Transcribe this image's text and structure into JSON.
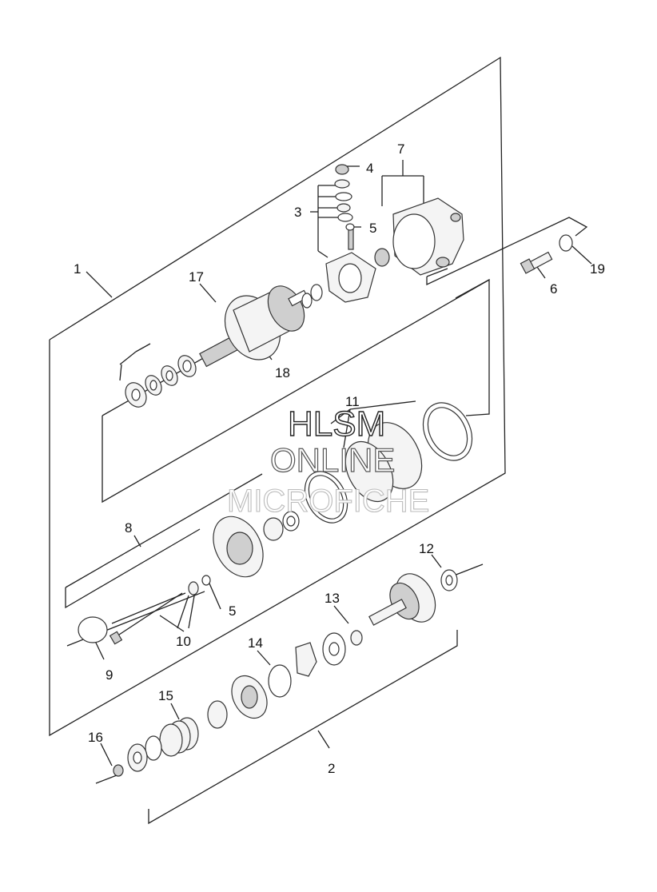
{
  "labels": {
    "l1": "1",
    "l2": "2",
    "l3": "3",
    "l4": "4",
    "l5a": "5",
    "l5b": "5",
    "l6": "6",
    "l7": "7",
    "l8": "8",
    "l9": "9",
    "l10": "10",
    "l11": "11",
    "l12": "12",
    "l13": "13",
    "l14": "14",
    "l15": "15",
    "l16": "16",
    "l17": "17",
    "l18": "18",
    "l19": "19"
  },
  "watermark": {
    "line1": "HLSM",
    "line2": "ONLINE",
    "line3": "MICROFICHE"
  }
}
